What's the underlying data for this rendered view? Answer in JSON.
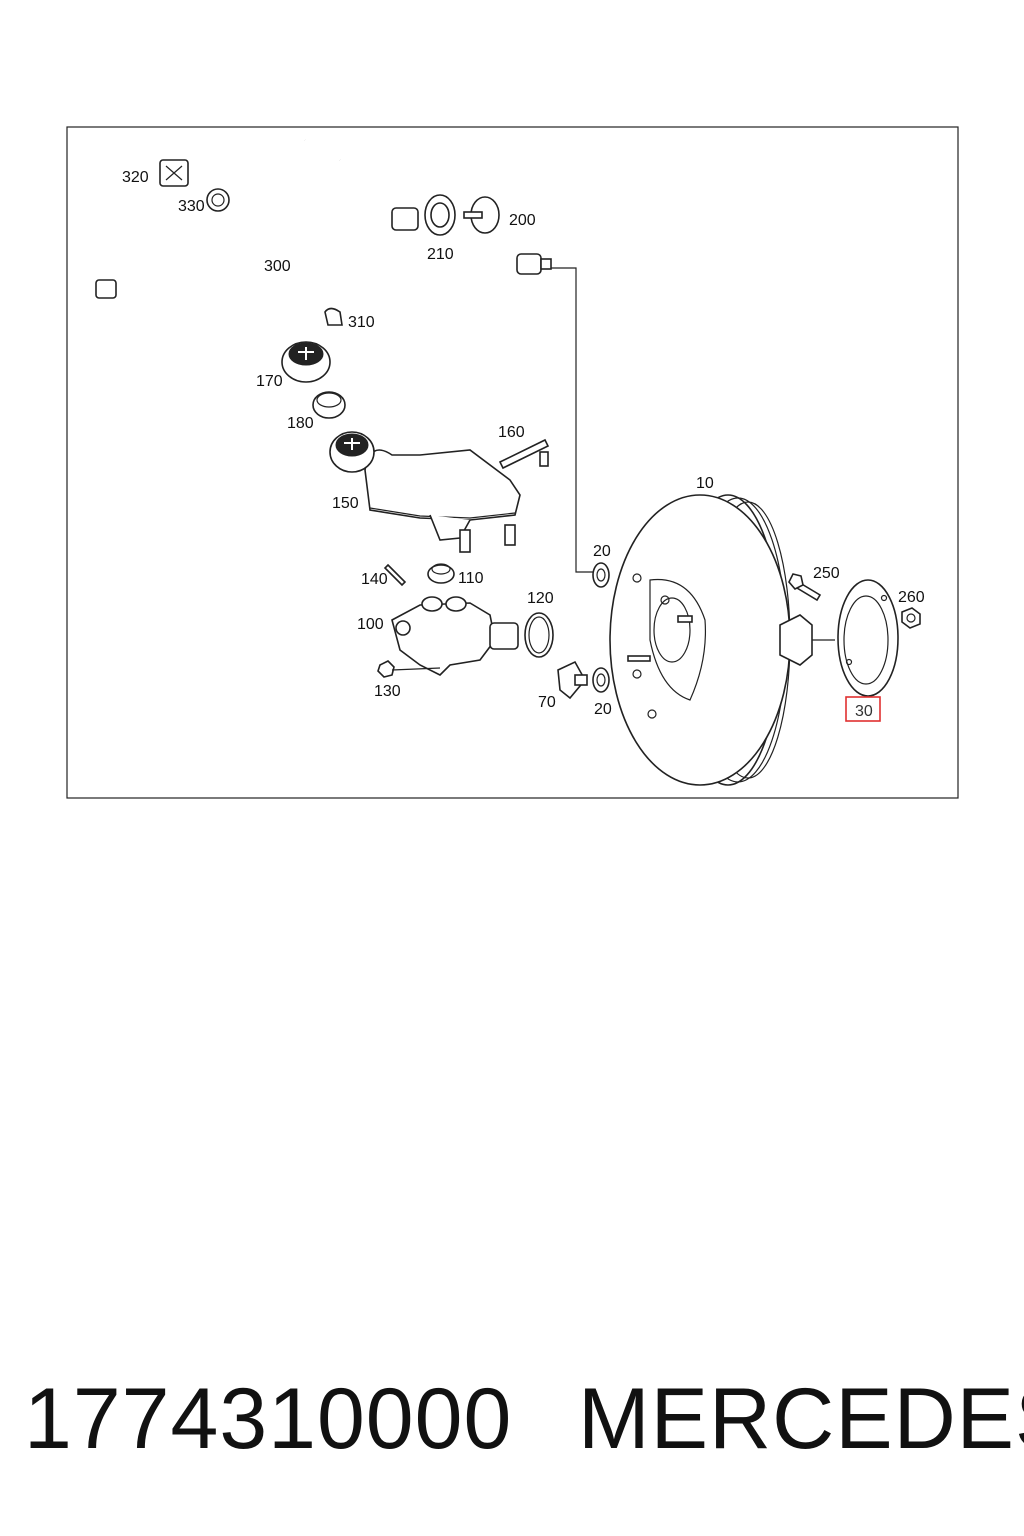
{
  "callouts": {
    "c10": "10",
    "c20a": "20",
    "c20b": "20",
    "c30": "30",
    "c70": "70",
    "c100": "100",
    "c110": "110",
    "c120": "120",
    "c130": "130",
    "c140": "140",
    "c150": "150",
    "c160": "160",
    "c170": "170",
    "c180": "180",
    "c200": "200",
    "c210": "210",
    "c250": "250",
    "c260": "260",
    "c300": "300",
    "c310": "310",
    "c320": "320",
    "c330": "330"
  },
  "highlight_color": "#e03030",
  "footer": {
    "part_number": "1774310000",
    "brand": "MERCEDES"
  }
}
